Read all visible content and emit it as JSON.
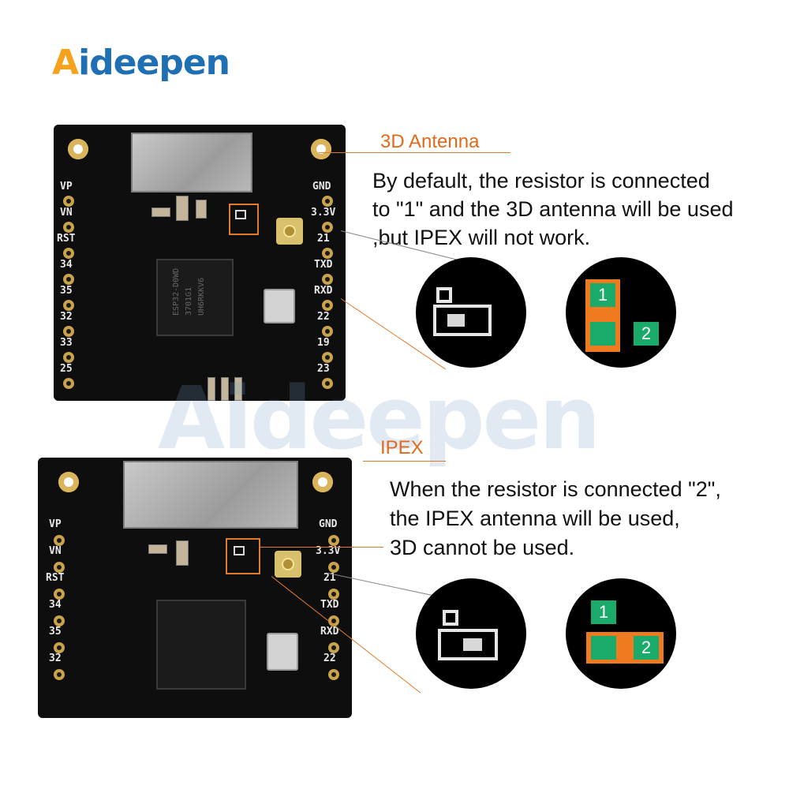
{
  "logo": {
    "first_letter": "A",
    "rest": "ideepen"
  },
  "watermark": "Aideepen",
  "pins_left": [
    "VP",
    "VN",
    "RST",
    "34",
    "35",
    "32",
    "33",
    "25"
  ],
  "pins_right": [
    "GND",
    "3.3V",
    "21",
    "TXD",
    "RXD",
    "22",
    "19",
    "23"
  ],
  "section1": {
    "heading": "3D Antenna",
    "lines": [
      "By default, the resistor is connected",
      "to \"1\" and the 3D antenna will be used",
      ",but IPEX will not work."
    ]
  },
  "section2": {
    "heading": "IPEX",
    "lines": [
      "When the resistor is connected \"2\",",
      "the IPEX antenna will be used,",
      "3D cannot be used."
    ]
  },
  "diagram1": {
    "pad1": "1",
    "pad2": "2"
  },
  "diagram2": {
    "pad1": "1",
    "pad2": "2"
  },
  "chip_marking": [
    "ESP32-D0WD",
    "3701G1",
    "UH6RKKV6"
  ],
  "colors": {
    "accent": "#e07b2c",
    "pad_green": "#1aaa6a",
    "resistor_orange": "#f07a20"
  }
}
